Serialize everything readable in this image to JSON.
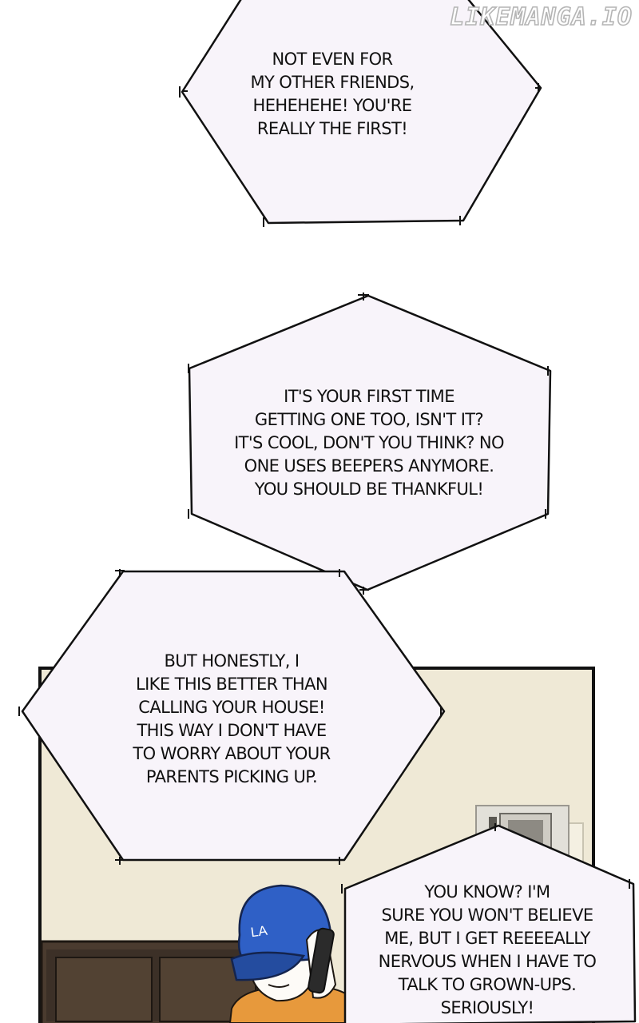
{
  "watermark": "LIKEMANGA.IO",
  "bubbles": [
    {
      "id": "not-even",
      "lines": [
        "NOT EVEN FOR",
        "MY OTHER FRIENDS,",
        "HEHEHEHE! YOU'RE",
        "REALLY THE FIRST!"
      ]
    },
    {
      "id": "first-time",
      "lines": [
        "IT'S YOUR FIRST TIME",
        "GETTING ONE TOO, ISN'T IT?",
        "IT'S COOL, DON'T YOU THINK? NO",
        "ONE USES BEEPERS ANYMORE.",
        "YOU SHOULD BE THANKFUL!"
      ]
    },
    {
      "id": "honestly",
      "lines": [
        "BUT HONESTLY, I",
        "LIKE THIS BETTER THAN",
        "CALLING YOUR HOUSE!",
        "THIS WAY I DON'T HAVE",
        "TO WORRY ABOUT YOUR",
        "PARENTS PICKING UP."
      ]
    },
    {
      "id": "you-know",
      "lines": [
        "YOU KNOW? I'M",
        "SURE YOU WON'T BELIEVE",
        "ME, BUT I GET REEEEALLY",
        "NERVOUS WHEN I HAVE TO",
        "TALK TO GROWN-UPS.",
        "SERIOUSLY!"
      ]
    }
  ],
  "cap_text": "LA",
  "colors": {
    "bubble_fill": "#f8f4fa",
    "wall": "#efe9d6",
    "cap": "#2f60c6",
    "shirt": "#e7993c",
    "furniture": "#4a3b2f"
  }
}
